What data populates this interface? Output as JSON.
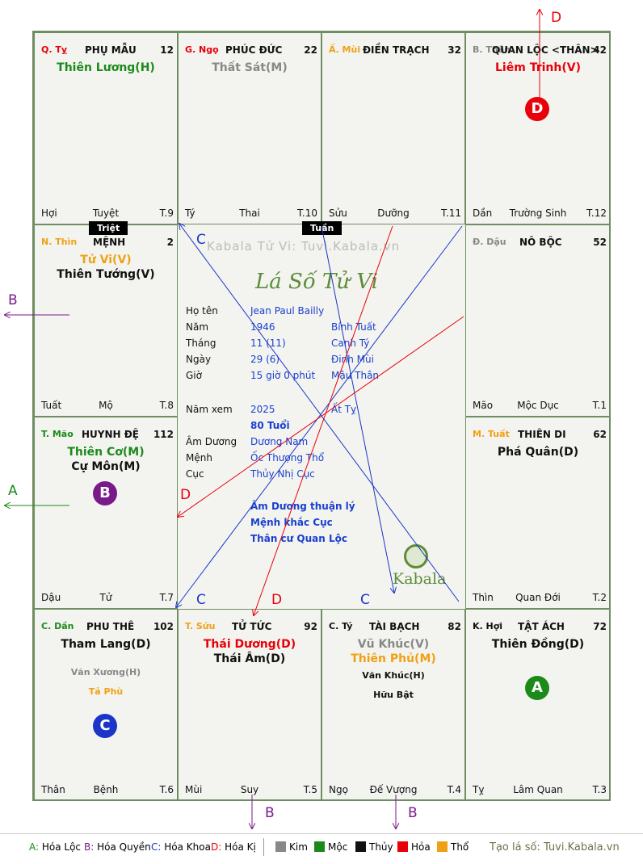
{
  "palaces": {
    "ty_top": {
      "branch": "Q. Tỵ",
      "branch_color": "#e8000a",
      "name": "PHỤ MẪU",
      "num": "12",
      "stars": [
        {
          "t": "Thiên Lương(H)",
          "c": "moc",
          "k": "main"
        }
      ],
      "bl": "Hợi",
      "bm": "Tuyệt",
      "br": "T.9"
    },
    "ngo": {
      "branch": "G. Ngọ",
      "branch_color": "#e8000a",
      "name": "PHÚC ĐỨC",
      "num": "22",
      "stars": [
        {
          "t": "Thất Sát(M)",
          "c": "kim",
          "k": "main"
        }
      ],
      "bl": "Tý",
      "bm": "Thai",
      "br": "T.10"
    },
    "mui": {
      "branch": "Ấ. Mùi",
      "branch_color": "#f0a015",
      "name": "ĐIỀN TRẠCH",
      "num": "32",
      "stars": [],
      "bl": "Sửu",
      "bm": "Dưỡng",
      "br": "T.11"
    },
    "than_top": {
      "branch": "B. Thân",
      "branch_color": "#888888",
      "name": "QUAN LỘC <THÂN>",
      "num": "42",
      "stars": [
        {
          "t": "Liêm Trinh(V)",
          "c": "hoa",
          "k": "main"
        }
      ],
      "bl": "Dần",
      "bm": "Trường Sinh",
      "br": "T.12"
    },
    "thin": {
      "branch": "N. Thìn",
      "branch_color": "#f0a015",
      "name": "MỆNH",
      "num": "2",
      "stars": [
        {
          "t": "Tử Vi(V)",
          "c": "tho",
          "k": "main"
        },
        {
          "t": "Thiên Tướng(V)",
          "c": "thuy",
          "k": "main"
        }
      ],
      "bl": "Tuất",
      "bm": "Mộ",
      "br": "T.8"
    },
    "dau": {
      "branch": "Đ. Dậu",
      "branch_color": "#888888",
      "name": "NÔ BỘC",
      "num": "52",
      "stars": [],
      "bl": "Mão",
      "bm": "Mộc Dục",
      "br": "T.1"
    },
    "mao": {
      "branch": "T. Mão",
      "branch_color": "#1b8a1b",
      "name": "HUYNH ĐỆ",
      "num": "112",
      "stars": [
        {
          "t": "Thiên Cơ(M)",
          "c": "moc",
          "k": "main"
        },
        {
          "t": "Cự Môn(M)",
          "c": "thuy",
          "k": "main"
        }
      ],
      "bl": "Dậu",
      "bm": "Tử",
      "br": "T.7"
    },
    "tuat": {
      "branch": "M. Tuất",
      "branch_color": "#f0a015",
      "name": "THIÊN DI",
      "num": "62",
      "stars": [
        {
          "t": "Phá Quân(D)",
          "c": "thuy",
          "k": "main"
        }
      ],
      "bl": "Thìn",
      "bm": "Quan Đới",
      "br": "T.2"
    },
    "dan": {
      "branch": "C. Dần",
      "branch_color": "#1b8a1b",
      "name": "PHU THÊ",
      "num": "102",
      "stars": [
        {
          "t": "Tham Lang(D)",
          "c": "thuy",
          "k": "main"
        },
        {
          "t": "Văn Xương(H)",
          "c": "kim",
          "k": "minor"
        },
        {
          "t": "Tả Phù",
          "c": "tho",
          "k": "minor"
        }
      ],
      "bl": "Thân",
      "bm": "Bệnh",
      "br": "T.6"
    },
    "suu": {
      "branch": "T. Sửu",
      "branch_color": "#f0a015",
      "name": "TỬ TỨC",
      "num": "92",
      "stars": [
        {
          "t": "Thái Dương(D)",
          "c": "hoa",
          "k": "main"
        },
        {
          "t": "Thái Âm(D)",
          "c": "thuy",
          "k": "main"
        }
      ],
      "bl": "Mùi",
      "bm": "Suy",
      "br": "T.5"
    },
    "ty_bot": {
      "branch": "C. Tý",
      "branch_color": "#111111",
      "name": "TÀI BẠCH",
      "num": "82",
      "stars": [
        {
          "t": "Vũ Khúc(V)",
          "c": "kim",
          "k": "main"
        },
        {
          "t": "Thiên Phủ(M)",
          "c": "tho",
          "k": "main"
        },
        {
          "t": "Văn Khúc(H)",
          "c": "thuy",
          "k": "minor"
        },
        {
          "t": "Hữu Bật",
          "c": "thuy",
          "k": "minor"
        }
      ],
      "bl": "Ngọ",
      "bm": "Đế Vượng",
      "br": "T.4"
    },
    "hoi": {
      "branch": "K. Hợi",
      "branch_color": "#111111",
      "name": "TẬT ÁCH",
      "num": "72",
      "stars": [
        {
          "t": "Thiên Đồng(D)",
          "c": "thuy",
          "k": "main"
        }
      ],
      "bl": "Tỵ",
      "bm": "Lâm Quan",
      "br": "T.3"
    }
  },
  "badges": {
    "A": "A",
    "B": "B",
    "C": "C",
    "D": "D"
  },
  "tags": {
    "triet": "Triệt",
    "tuan": "Tuần"
  },
  "center": {
    "watermark": "Kabala Tử Vi: Tuvi.Kabala.vn",
    "title": "Lá Số Tử Vi",
    "rows": [
      {
        "label": "Họ tên",
        "v1": "Jean Paul Bailly",
        "v2": ""
      },
      {
        "label": "Năm",
        "v1": "1946",
        "v2": "Bính Tuất"
      },
      {
        "label": "Tháng",
        "v1": "11 (11)",
        "v2": "Canh Tý"
      },
      {
        "label": "Ngày",
        "v1": "29  (6)",
        "v2": "Đinh Mùi"
      },
      {
        "label": "Giờ",
        "v1": "15 giờ 0 phút",
        "v2": "Mậu Thân"
      }
    ],
    "namxem_label": "Năm xem",
    "namxem": "2025",
    "namxem_can": "Ất Tỵ",
    "tuoi": "80 Tuổi",
    "rows2": [
      {
        "label": "Âm Dương",
        "v": "Dương Nam"
      },
      {
        "label": "Mệnh",
        "v": "Ốc Thượng Thổ"
      },
      {
        "label": "Cục",
        "v": "Thủy Nhị Cục"
      }
    ],
    "notes": [
      "Âm Dương thuận lý",
      "Mệnh khắc Cục",
      "Thân cư Quan Lộc"
    ],
    "brand": "Kabala"
  },
  "arrow_labels": {
    "a": "A",
    "b": "B",
    "c": "C",
    "d": "D"
  },
  "legend": {
    "hoa_loc": "Hóa Lộc",
    "hoa_quyen": "Hóa Quyền",
    "hoa_khoa": "Hóa Khoa",
    "hoa_ki": "Hóa Kị",
    "kim": "Kim",
    "moc": "Mộc",
    "thuy": "Thủy",
    "hoa": "Hỏa",
    "tho": "Thổ",
    "site": "Tạo lá số: Tuvi.Kabala.vn",
    "colors": {
      "kim": "#888888",
      "moc": "#1b8a1b",
      "thuy": "#111111",
      "hoa": "#e8000a",
      "tho": "#f0a015"
    }
  }
}
